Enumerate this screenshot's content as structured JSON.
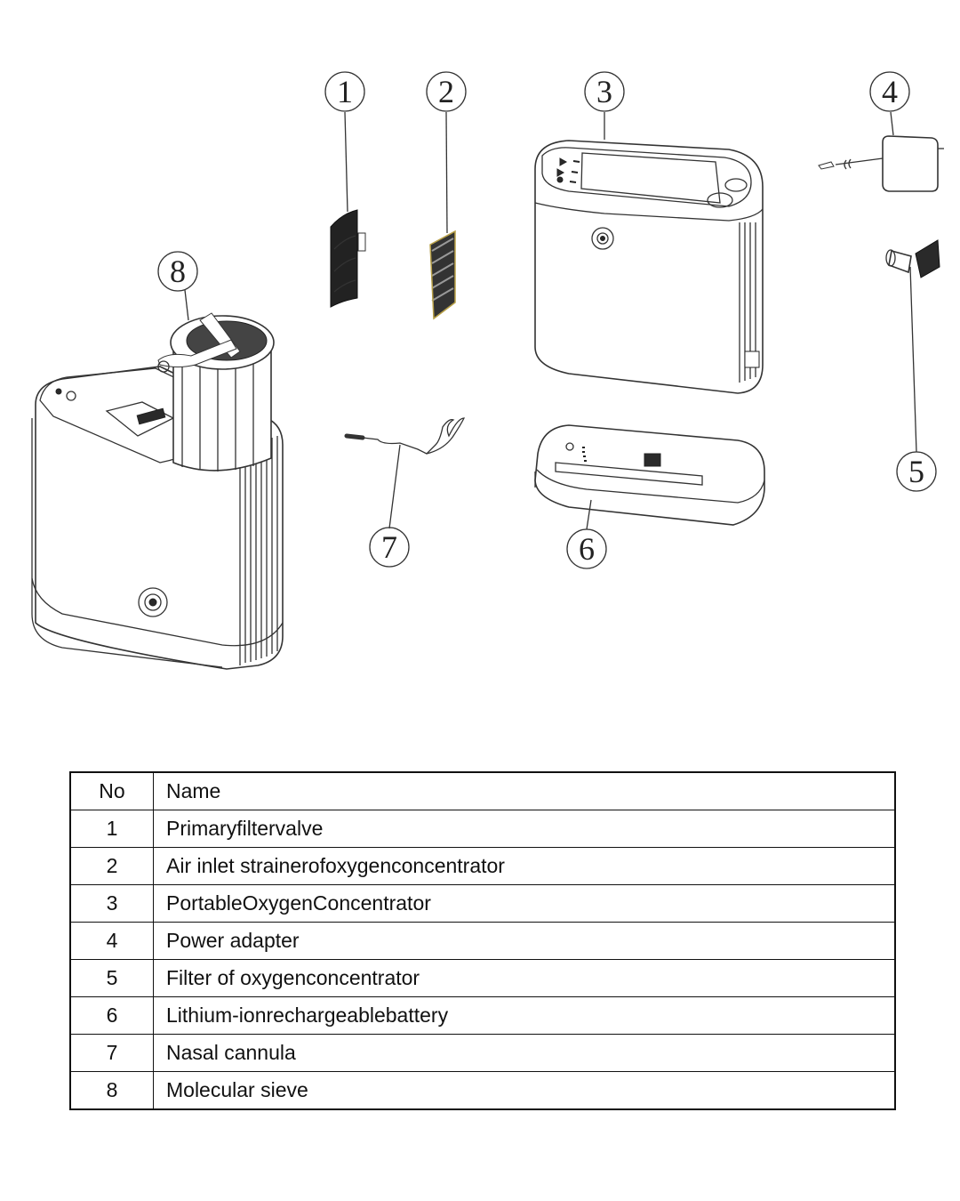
{
  "diagram": {
    "callouts": [
      {
        "number": "1",
        "part": "Primaryfiltervalve"
      },
      {
        "number": "2",
        "part": "Air inlet strainerofoxygenconcentrator"
      },
      {
        "number": "3",
        "part": "PortableOxygenConcentrator"
      },
      {
        "number": "4",
        "part": "Power adapter"
      },
      {
        "number": "5",
        "part": "Filter of oxygenconcentrator"
      },
      {
        "number": "6",
        "part": "Lithium-ionrechargeablebattery"
      },
      {
        "number": "7",
        "part": "Nasal cannula"
      },
      {
        "number": "8",
        "part": "Molecular sieve"
      }
    ]
  },
  "table": {
    "headers": {
      "no": "No",
      "name": "Name"
    },
    "rows": [
      {
        "no": "1",
        "name": "Primaryfiltervalve"
      },
      {
        "no": "2",
        "name": "Air inlet strainerofoxygenconcentrator"
      },
      {
        "no": "3",
        "name": "PortableOxygenConcentrator"
      },
      {
        "no": "4",
        "name": "Power adapter"
      },
      {
        "no": "5",
        "name": "Filter of oxygenconcentrator"
      },
      {
        "no": "6",
        "name": "Lithium-ionrechargeablebattery"
      },
      {
        "no": "7",
        "name": "Nasal cannula"
      },
      {
        "no": "8",
        "name": "Molecular sieve"
      }
    ]
  }
}
